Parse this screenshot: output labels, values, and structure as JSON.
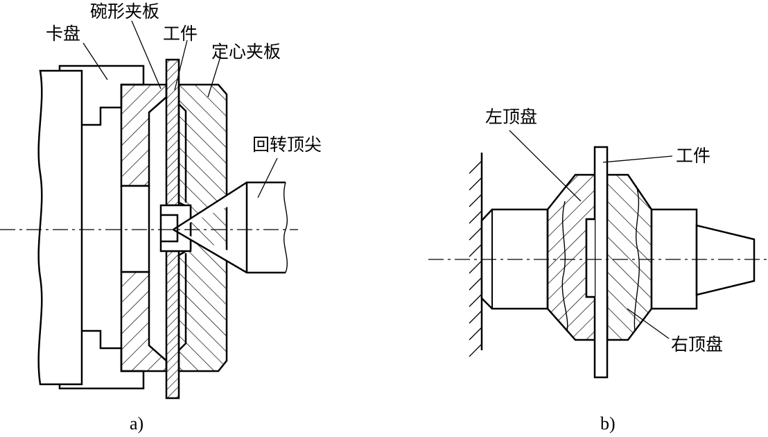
{
  "figure_a": {
    "caption": "a)",
    "labels": {
      "chuck": "卡盘",
      "bowl_plate": "碗形夹板",
      "workpiece": "工件",
      "centering_plate": "定心夹板",
      "live_center": "回转顶尖"
    }
  },
  "figure_b": {
    "caption": "b)",
    "labels": {
      "left_disc": "左顶盘",
      "workpiece": "工件",
      "right_disc": "右顶盘"
    }
  }
}
